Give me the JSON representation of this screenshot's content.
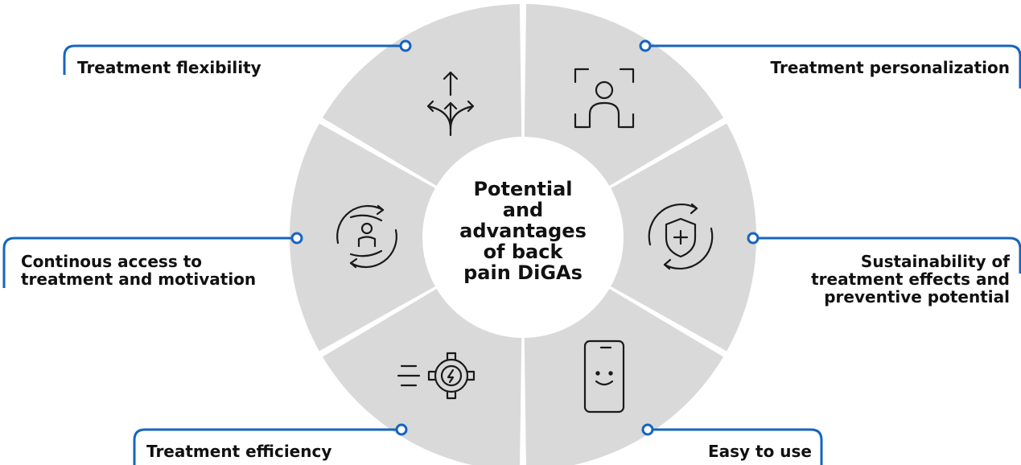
{
  "center": {
    "lines": [
      "Potential",
      "and",
      "advantages",
      "of back",
      "pain DiGAs"
    ]
  },
  "segments": [
    {
      "id": "flexibility",
      "icon": "branching-arrows-icon",
      "label_lines": [
        "Treatment flexibility"
      ]
    },
    {
      "id": "personalization",
      "icon": "person-focus-icon",
      "label_lines": [
        "Treatment personalization"
      ]
    },
    {
      "id": "sustainability",
      "icon": "shield-plus-cycle-icon",
      "label_lines": [
        "Sustainability of",
        "treatment effects and",
        "preventive potential"
      ]
    },
    {
      "id": "easy-to-use",
      "icon": "smartphone-smiley-icon",
      "label_lines": [
        "Easy to use"
      ]
    },
    {
      "id": "efficiency",
      "icon": "fast-gear-lightning-icon",
      "label_lines": [
        "Treatment efficiency"
      ]
    },
    {
      "id": "continuous-access",
      "icon": "hands-person-cycle-icon",
      "label_lines": [
        "Continous access to",
        "treatment and motivation"
      ]
    }
  ],
  "colors": {
    "segment_fill": "#d9d9d9",
    "center_fill": "#ffffff",
    "connector": "#1565c0",
    "text": "#111111",
    "icon_stroke": "#1a1a1a"
  }
}
